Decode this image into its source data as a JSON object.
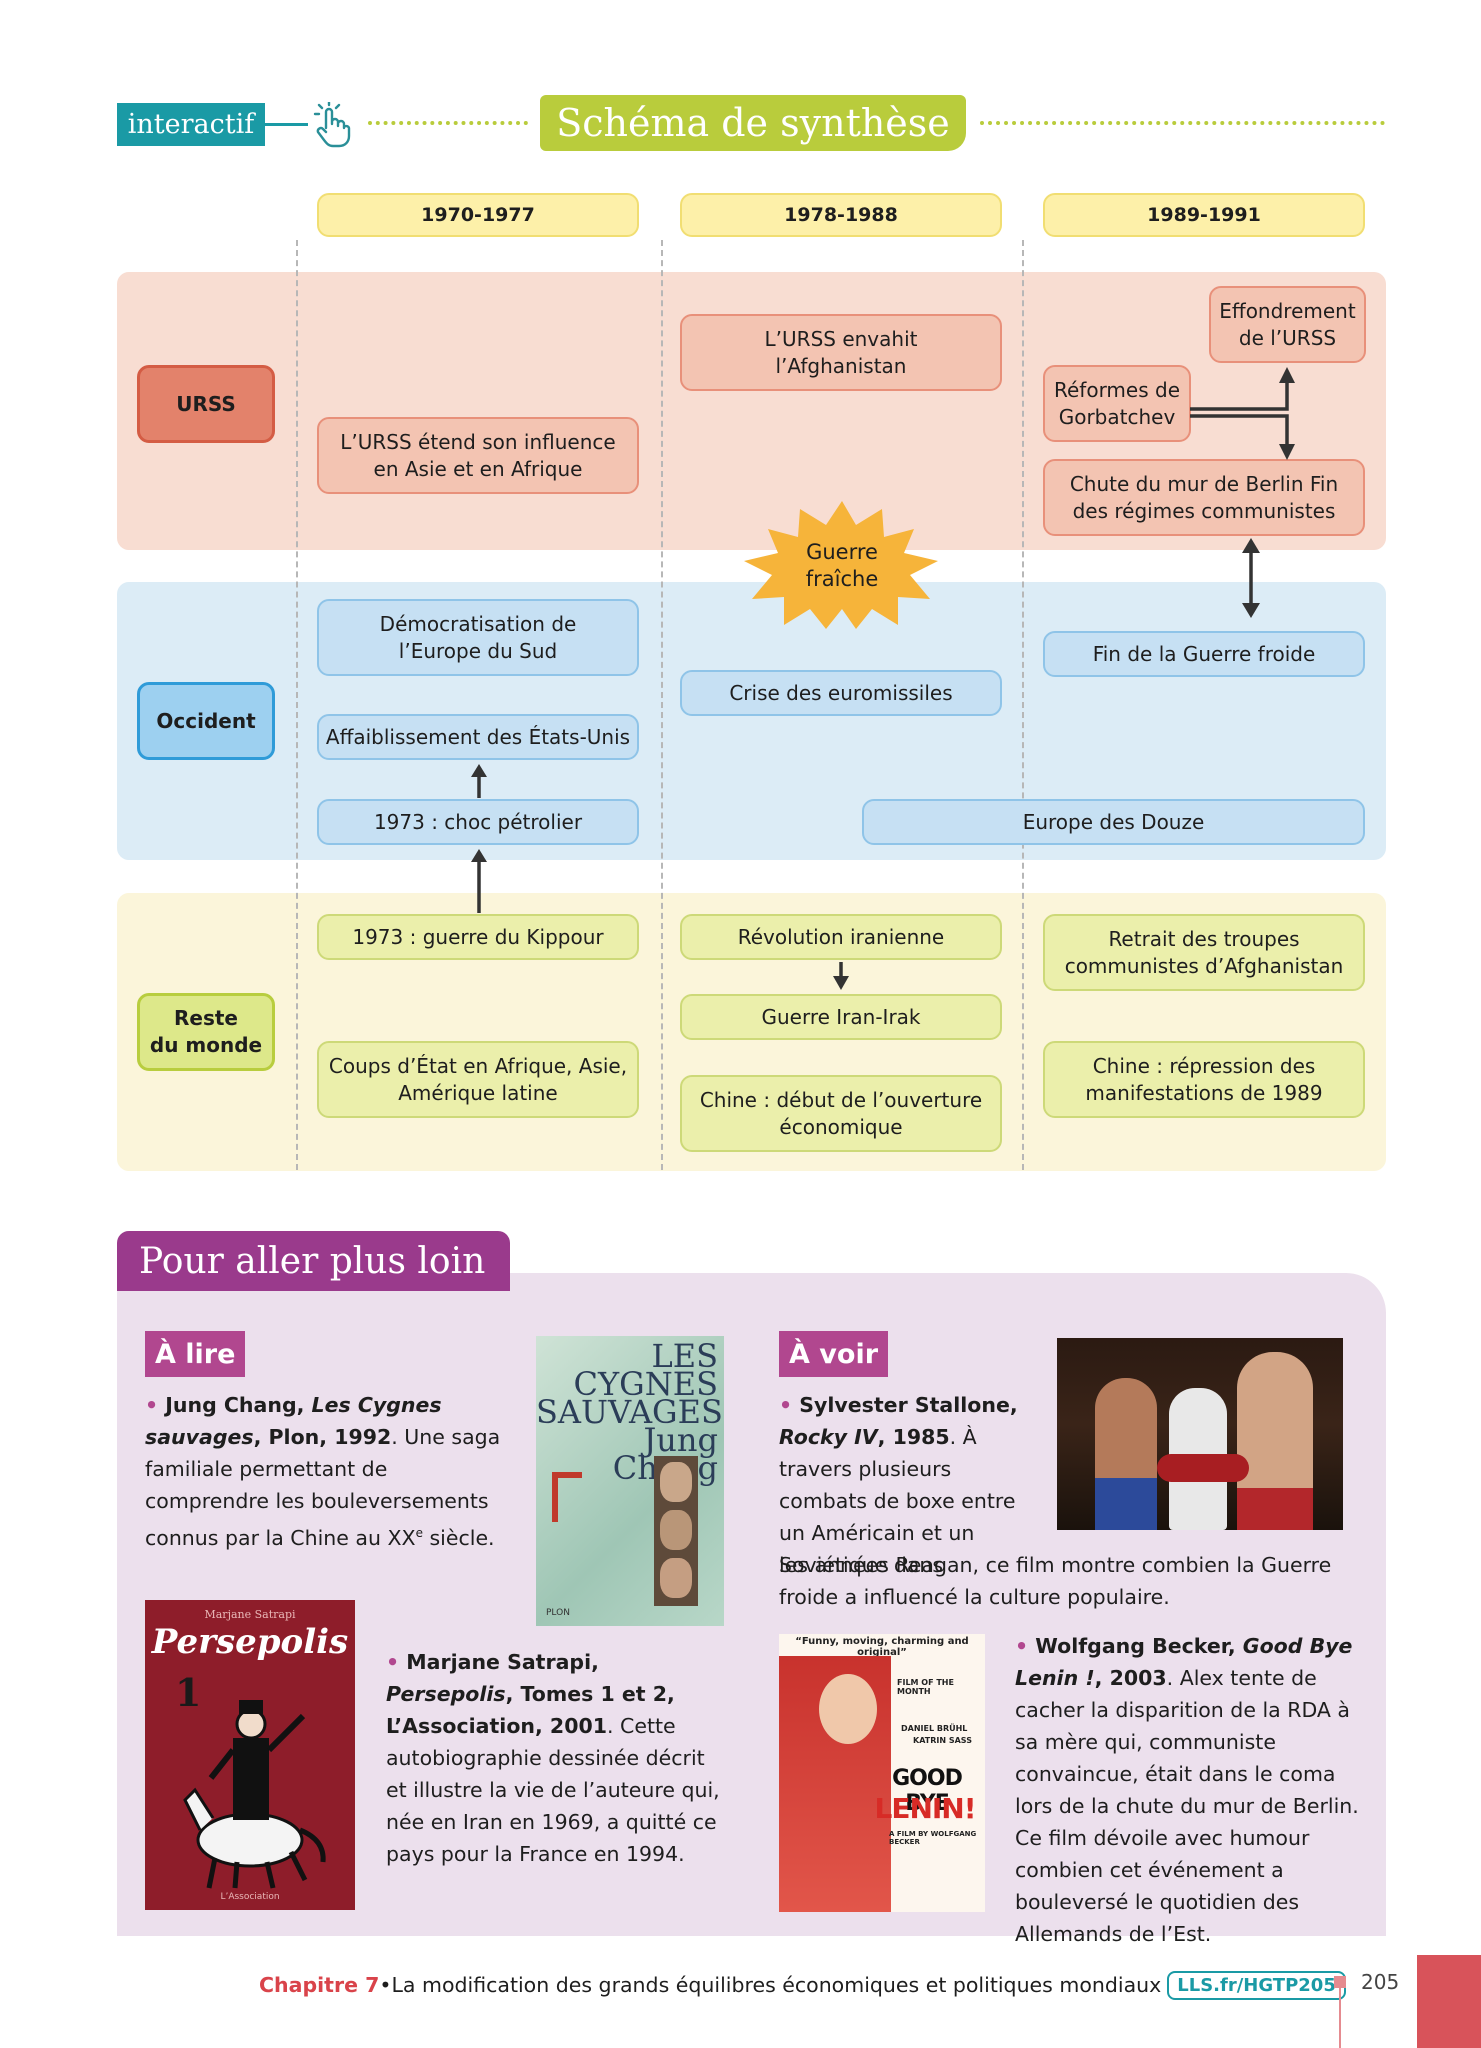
{
  "header": {
    "badge": "interactif",
    "title": "Schéma de synthèse"
  },
  "periods": [
    "1970-1977",
    "1978-1988",
    "1989-1991"
  ],
  "rows": {
    "urss": "URSS",
    "occident": "Occident",
    "world_line1": "Reste",
    "world_line2": "du monde"
  },
  "urss_boxes": {
    "influence": "L’URSS étend son influence en Asie et en Afrique",
    "afghanistan": "L’URSS envahit l’Afghanistan",
    "effondrement": "Effondrement de l’URSS",
    "reformes": "Réformes de Gorbatchev",
    "chute": "Chute du mur de Berlin Fin des régimes communistes"
  },
  "star": "Guerre fraîche",
  "occident_boxes": {
    "democratisation": "Démocratisation de l’Europe du Sud",
    "affaiblissement": "Affaiblissement des États-Unis",
    "choc": "1973 : choc pétrolier",
    "euromissiles": "Crise des euromissiles",
    "fin_guerre": "Fin de la Guerre froide",
    "douze": "Europe des Douze"
  },
  "world_boxes": {
    "kippour": "1973 : guerre du Kippour",
    "coups": "Coups d’État en Afrique, Asie, Amérique latine",
    "revolution": "Révolution iranienne",
    "iran_irak": "Guerre Iran-Irak",
    "chine_ouverture": "Chine : début de l’ouverture économique",
    "retrait": "Retrait des troupes communistes d’Afghanistan",
    "chine_repression": "Chine : répression des manifestations de 1989"
  },
  "further": {
    "title": "Pour aller plus loin",
    "lire_tag": "À lire",
    "voir_tag": "À voir",
    "book1_head": "Jung Chang, ",
    "book1_title": "Les Cygnes sauvages",
    "book1_pub": ", Plon, 1992",
    "book1_text": ". Une saga familiale permettant de comprendre les bouleversements connus par la Chine au XX",
    "book1_sup": "e",
    "book1_end": " siècle.",
    "book2_head": "Marjane Satrapi, ",
    "book2_title": "Persepolis",
    "book2_pub": ", Tomes 1 et 2, L’Association, 2001",
    "book2_text": ". Cette autobiographie dessinée décrit et illustre la vie de l’auteure qui, née en Iran en 1969, a quitté ce pays pour la France en 1994.",
    "film1_head": "Sylvester Stallone, ",
    "film1_title": "Rocky IV",
    "film1_pub": ", 1985",
    "film1_text": ". À travers plusieurs combats de boxe entre un Américain et un Soviétique dans",
    "film1_text2": "les années Reagan, ce film montre combien la Guerre froide a influencé la culture populaire.",
    "film2_head": "Wolfgang Becker, ",
    "film2_title": "Good Bye Lenin !",
    "film2_pub": ", 2003",
    "film2_text": ". Alex tente de cacher la disparition de la RDA à sa mère qui, communiste convaincue, était dans le coma lors de la chute du mur de Berlin. Ce film dévoile avec humour combien cet événement a bouleversé le quotidien des Allemands de l’Est."
  },
  "covers": {
    "cygnes_line1": "LES",
    "cygnes_line2": "CYGNES",
    "cygnes_line3": "SAUVAGES",
    "cygnes_author1": "Jung",
    "cygnes_author2": "Chang",
    "cygnes_publisher": "PLON",
    "persepolis_author": "Marjane Satrapi",
    "persepolis_title": "Persepolis",
    "persepolis_num": "1",
    "persepolis_publisher": "L’Association",
    "lenin_quote": "“Funny, moving, charming and original”",
    "lenin_film_of_month": "FILM OF THE MONTH",
    "lenin_actor1": "DANIEL BRÜHL",
    "lenin_actor2": "KATRIN SASS",
    "lenin_title1": "GOOD BYE",
    "lenin_title2": "LENIN!",
    "lenin_credit": "A FILM BY WOLFGANG BECKER"
  },
  "footer": {
    "chapter": "Chapitre 7",
    "sep": " • ",
    "text": "La modification des grands équilibres économiques et politiques mondiaux",
    "link": "LLS.fr/HGTP205",
    "page": "205"
  },
  "colors": {
    "teal": "#1a9aa5",
    "lime": "#b9cc3c",
    "purple": "#9a3a8c",
    "red": "#d8535a"
  }
}
